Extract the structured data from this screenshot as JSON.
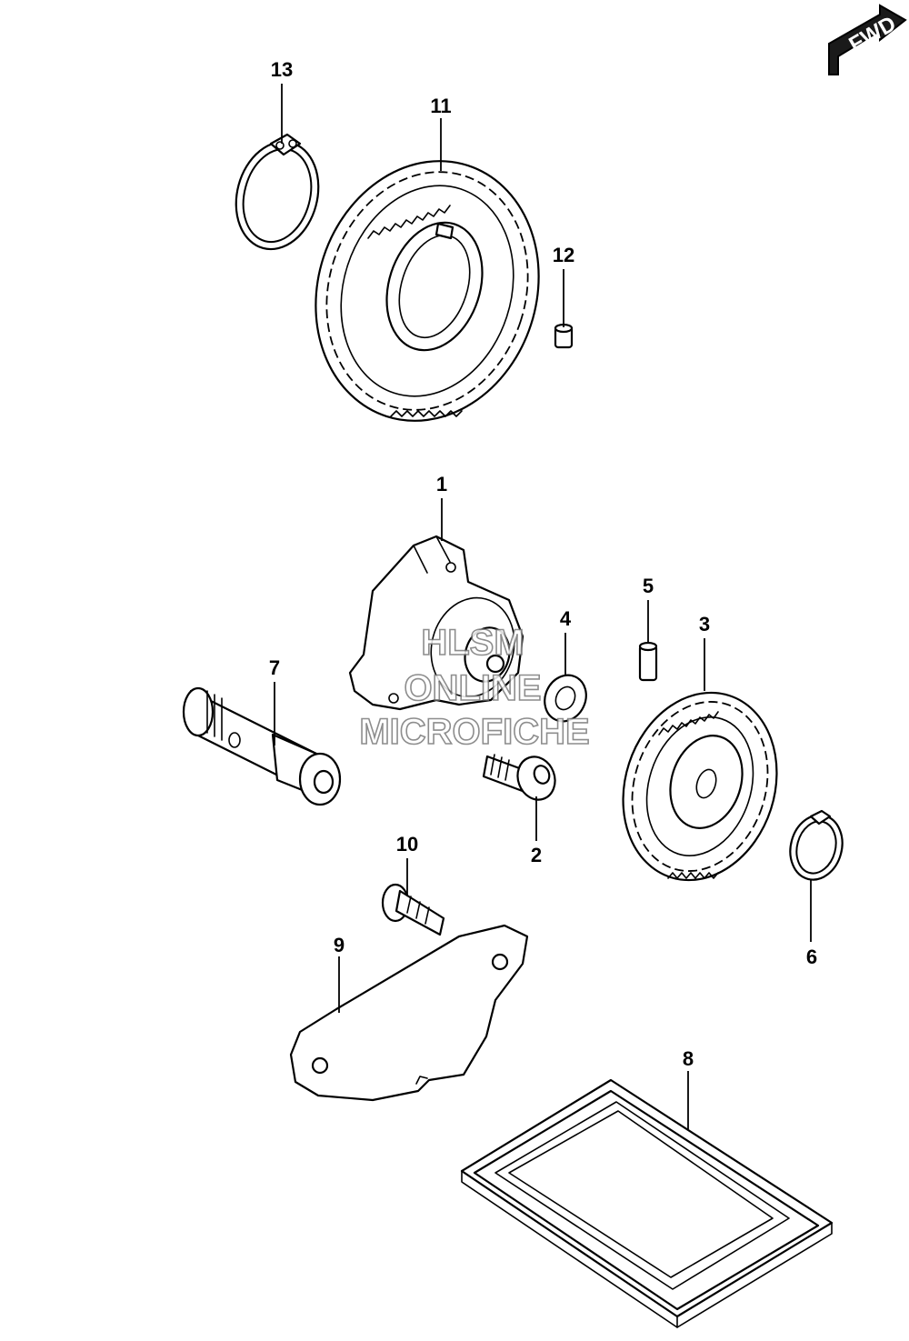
{
  "badge": {
    "fwd": "FWD"
  },
  "watermark": {
    "line1": "HLSM",
    "line2": "ONLINE",
    "line3": "MICROFICHE"
  },
  "callouts": [
    {
      "id": "1",
      "label": "1"
    },
    {
      "id": "2",
      "label": "2"
    },
    {
      "id": "3",
      "label": "3"
    },
    {
      "id": "4",
      "label": "4"
    },
    {
      "id": "5",
      "label": "5"
    },
    {
      "id": "6",
      "label": "6"
    },
    {
      "id": "7",
      "label": "7"
    },
    {
      "id": "8",
      "label": "8"
    },
    {
      "id": "9",
      "label": "9"
    },
    {
      "id": "10",
      "label": "10"
    },
    {
      "id": "11",
      "label": "11"
    },
    {
      "id": "12",
      "label": "12"
    },
    {
      "id": "13",
      "label": "13"
    }
  ]
}
